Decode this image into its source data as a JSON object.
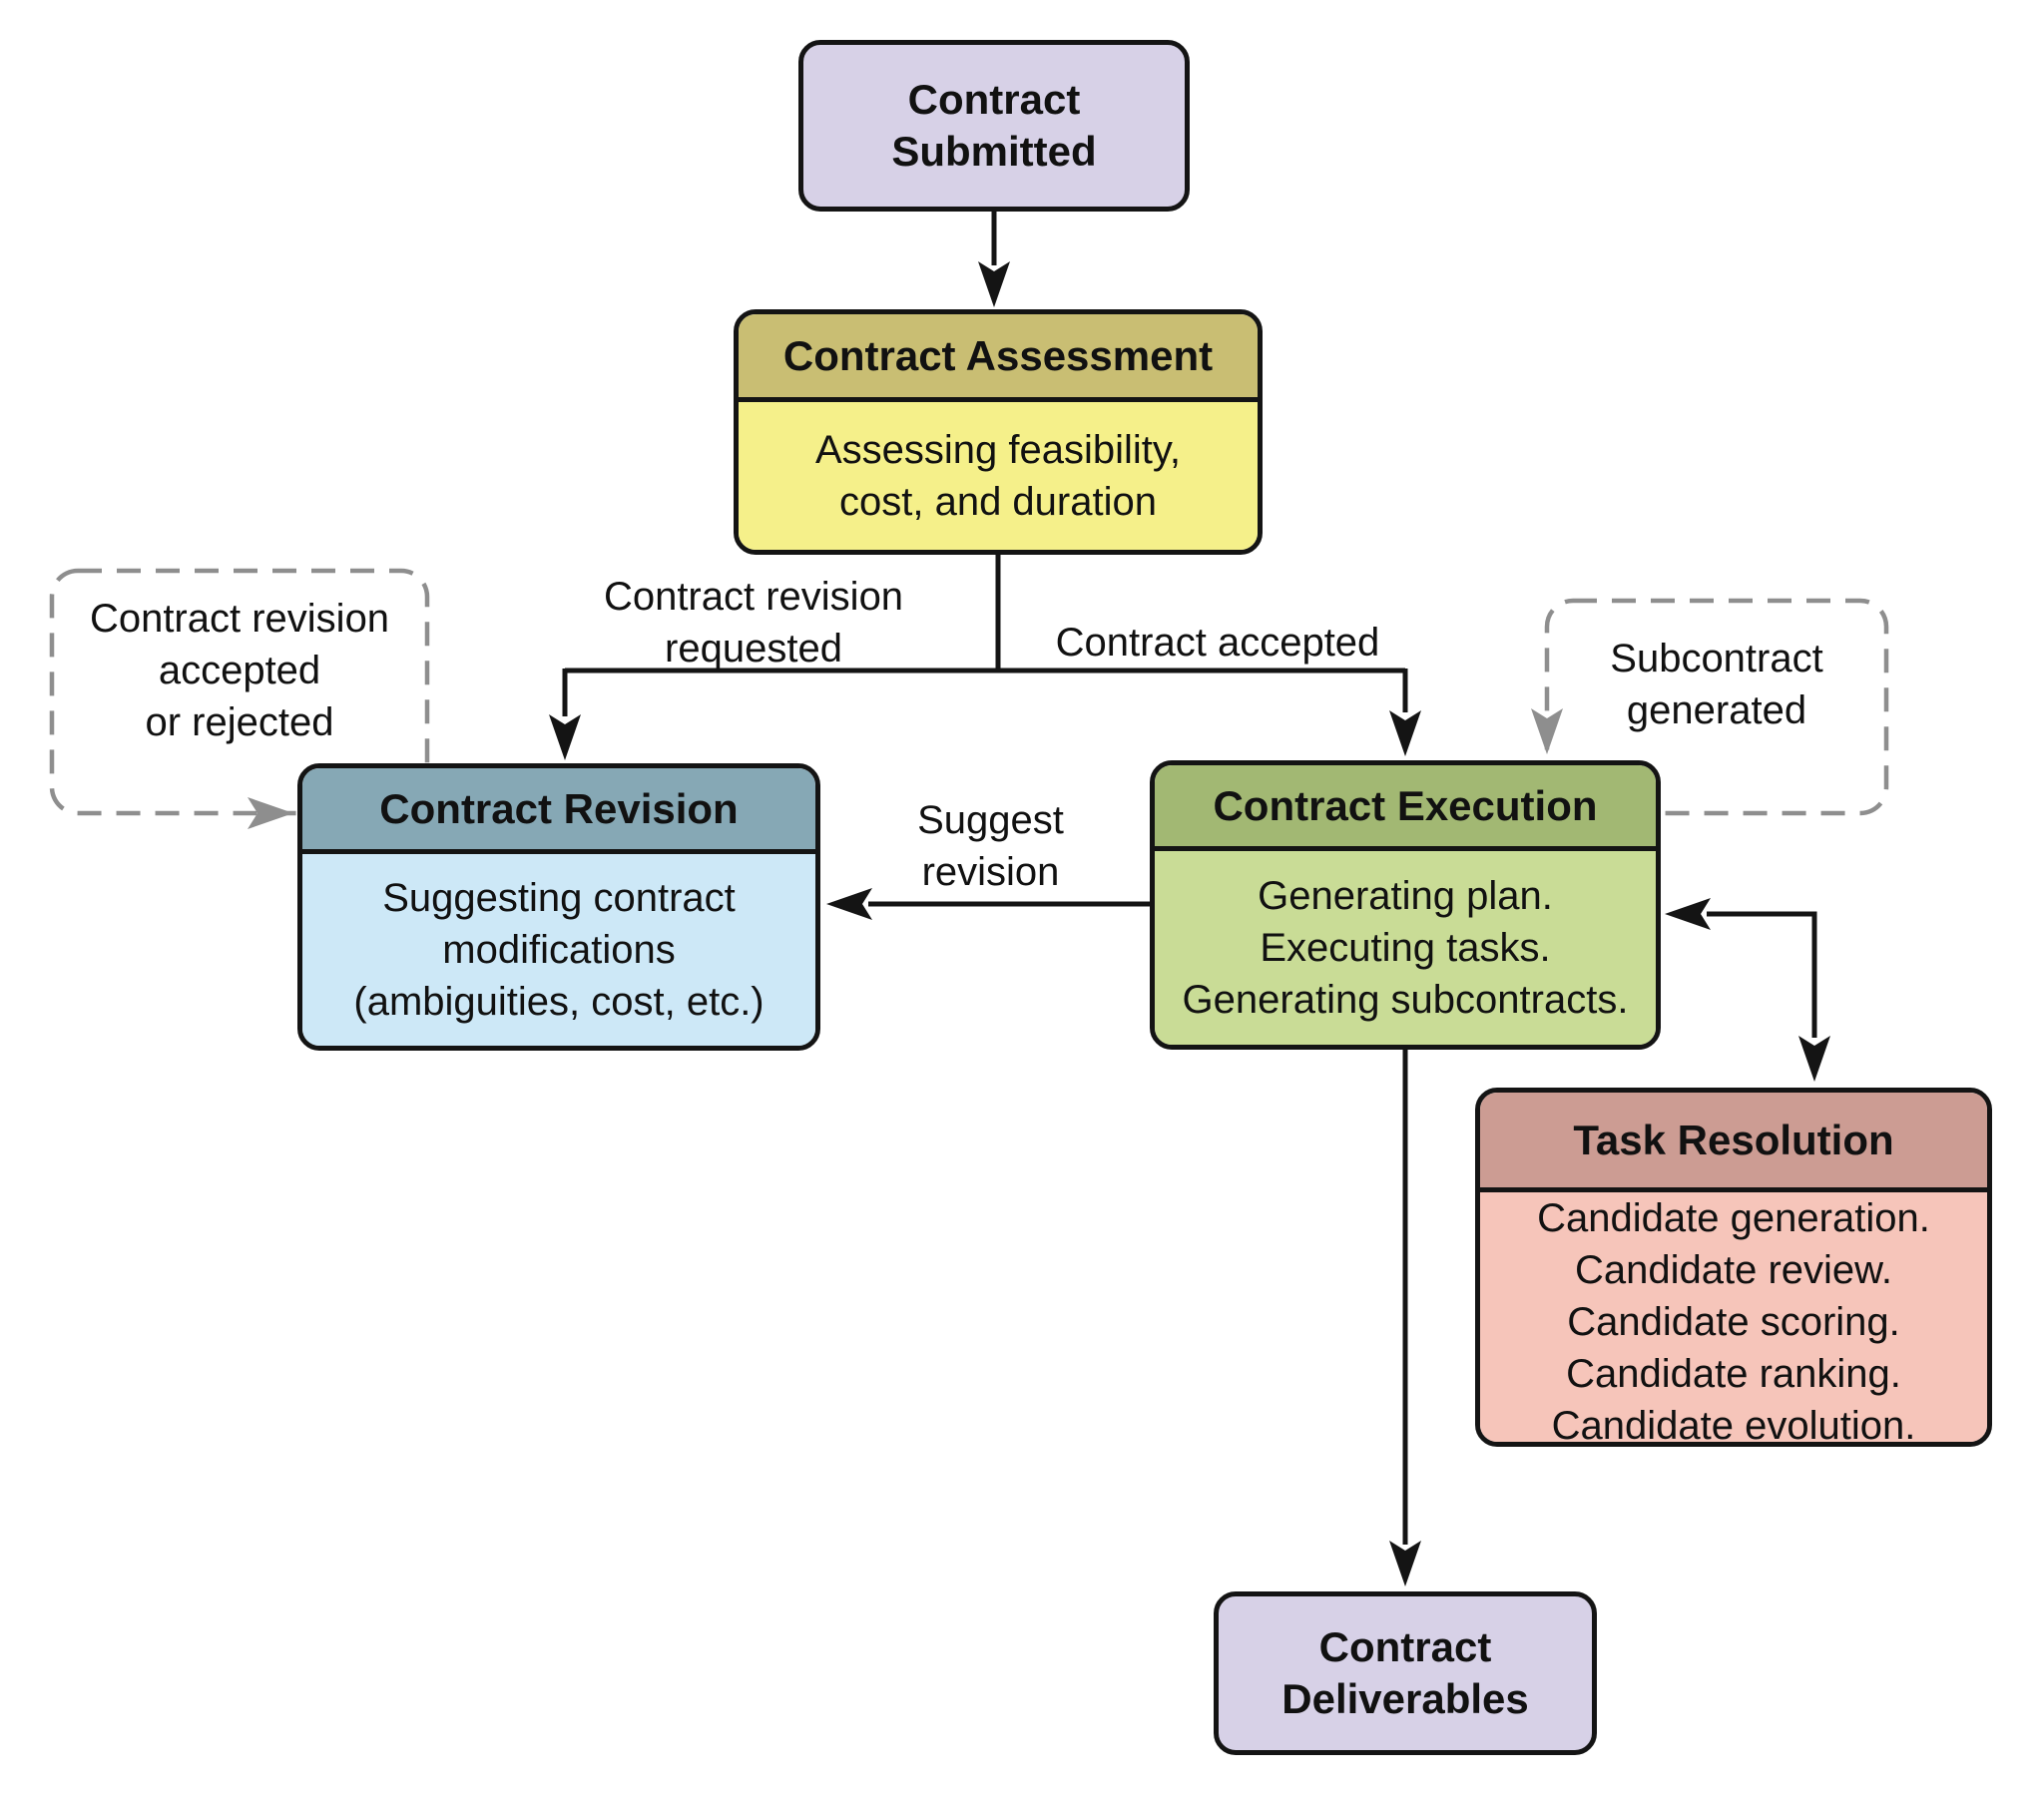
{
  "diagram": {
    "nodes": {
      "contract_submitted": {
        "title": "Contract\nSubmitted"
      },
      "contract_assessment": {
        "title": "Contract Assessment",
        "body": "Assessing feasibility,\ncost, and duration"
      },
      "contract_revision": {
        "title": "Contract Revision",
        "body": "Suggesting contract\nmodifications\n(ambiguities, cost, etc.)"
      },
      "contract_execution": {
        "title": "Contract Execution",
        "body": "Generating plan.\nExecuting tasks.\nGenerating subcontracts."
      },
      "task_resolution": {
        "title": "Task Resolution",
        "body": "Candidate generation.\nCandidate review.\nCandidate scoring.\nCandidate ranking.\nCandidate evolution."
      },
      "contract_deliverables": {
        "title": "Contract\nDeliverables"
      }
    },
    "notes": {
      "revision_outcome": {
        "text": "Contract revision\naccepted\nor rejected"
      },
      "subcontract_generated": {
        "text": "Subcontract\ngenerated"
      }
    },
    "edge_labels": {
      "revision_requested": "Contract revision\nrequested",
      "contract_accepted": "Contract accepted",
      "suggest_revision": "Suggest\nrevision"
    },
    "colors": {
      "submitted_fill": "#D7D1E7",
      "assessment_header": "#C9BE73",
      "assessment_body": "#F5F08A",
      "revision_header": "#86A8B5",
      "revision_body": "#CDE8F7",
      "execution_header": "#A2B873",
      "execution_body": "#C9DC96",
      "resolution_header": "#CC9C93",
      "resolution_body": "#F6C5BA",
      "deliverables_fill": "#D7D1E7",
      "border": "#141414",
      "dashed": "#8E8E8E"
    }
  }
}
